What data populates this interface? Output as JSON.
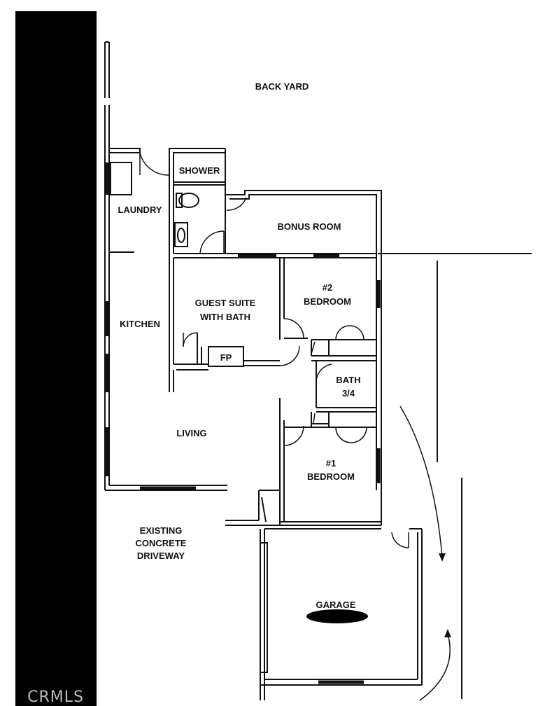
{
  "labels": {
    "back_yard": "BACK YARD",
    "shower": "SHOWER",
    "laundry": "LAUNDRY",
    "bonus_room": "BONUS ROOM",
    "guest_suite_1": "GUEST SUITE",
    "guest_suite_2": "WITH BATH",
    "bedroom2_num": "#2",
    "bedroom2_name": "BEDROOM",
    "kitchen": "KITCHEN",
    "fp": "FP",
    "bath_1": "BATH",
    "bath_2": "3/4",
    "living": "LIVING",
    "bedroom1_num": "#1",
    "bedroom1_name": "BEDROOM",
    "driveway_1": "EXISTING",
    "driveway_2": "CONCRETE",
    "driveway_3": "DRIVEWAY",
    "garage": "GARAGE"
  },
  "watermark": "CRMLS"
}
